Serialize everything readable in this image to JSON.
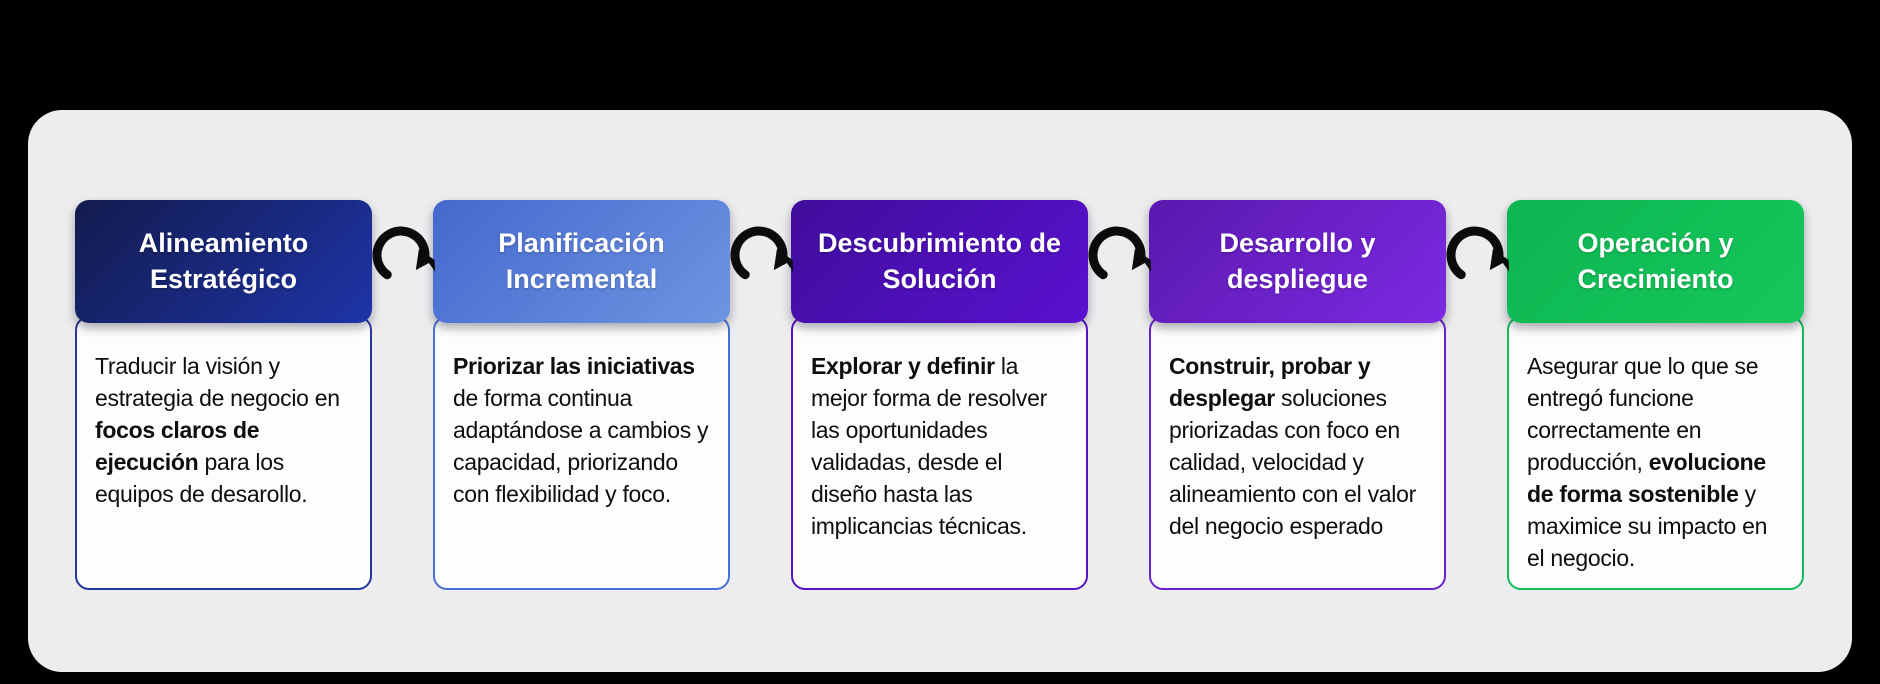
{
  "page": {
    "background": "#000000"
  },
  "panel": {
    "background": "#ededef"
  },
  "flow": {
    "arrow_color": "#0b0b0b",
    "arrow_icon": "clockwise-rotation-arrow",
    "cards": [
      {
        "title": "Alineamiento Estratégico",
        "header_gradient_start": "#131b4d",
        "header_gradient_end": "#1e34a8",
        "border_color": "#27359e",
        "body": [
          {
            "t": "Traducir la visión y estrategia de negocio en ",
            "b": false
          },
          {
            "t": "focos claros de ejecución",
            "b": true
          },
          {
            "t": " para los equipos de desarollo.",
            "b": false
          }
        ]
      },
      {
        "title": "Planificación Incremental",
        "header_gradient_start": "#4568ce",
        "header_gradient_end": "#6e95e1",
        "border_color": "#4a6fd4",
        "body": [
          {
            "t": "Priorizar las iniciativas",
            "b": true
          },
          {
            "t": " de forma continua adaptándose a cambios y capacidad, priorizando con flexibilidad y foco.",
            "b": false
          }
        ]
      },
      {
        "title": "Descubrimiento de Solución",
        "header_gradient_start": "#400d9b",
        "header_gradient_end": "#5a11d1",
        "border_color": "#5514c4",
        "body": [
          {
            "t": "Explorar y definir",
            "b": true
          },
          {
            "t": " la mejor forma de resolver las oportunidades validadas, desde el diseño hasta las implicancias técnicas.",
            "b": false
          }
        ]
      },
      {
        "title": "Desarrollo y despliegue",
        "header_gradient_start": "#5a18ae",
        "header_gradient_end": "#7c2ae2",
        "border_color": "#6a21c8",
        "body": [
          {
            "t": "Construir, probar y desplegar",
            "b": true
          },
          {
            "t": " soluciones priorizadas con foco en calidad, velocidad y alineamiento con el valor del negocio esperado",
            "b": false
          }
        ]
      },
      {
        "title": "Operación y Crecimiento",
        "header_gradient_start": "#0db551",
        "header_gradient_end": "#16c75c",
        "border_color": "#12bd55",
        "body": [
          {
            "t": "Asegurar que lo que se entregó funcione correctamente en producción, ",
            "b": false
          },
          {
            "t": "evolucione de forma sostenible",
            "b": true
          },
          {
            "t": " y maximice su impacto en el negocio.",
            "b": false
          }
        ]
      }
    ]
  }
}
